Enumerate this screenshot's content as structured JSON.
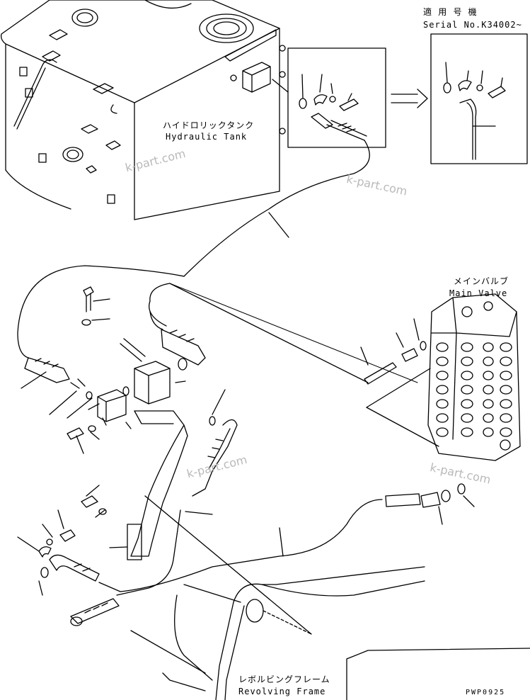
{
  "labels": {
    "serial_jp": "適 用 号 機",
    "serial_en": "Serial No.K34002~",
    "tank_jp": "ハイドロリックタンク",
    "tank_en": "Hydraulic Tank",
    "valve_jp": "メインバルブ",
    "valve_en": "Main Valve",
    "frame_jp": "レボルビングフレーム",
    "frame_en": "Revolving Frame",
    "drawing_code": "PWP0925"
  },
  "watermark": "k-part.com",
  "colors": {
    "line": "#000000",
    "watermark": "#b9b9b9",
    "background": "#ffffff"
  }
}
